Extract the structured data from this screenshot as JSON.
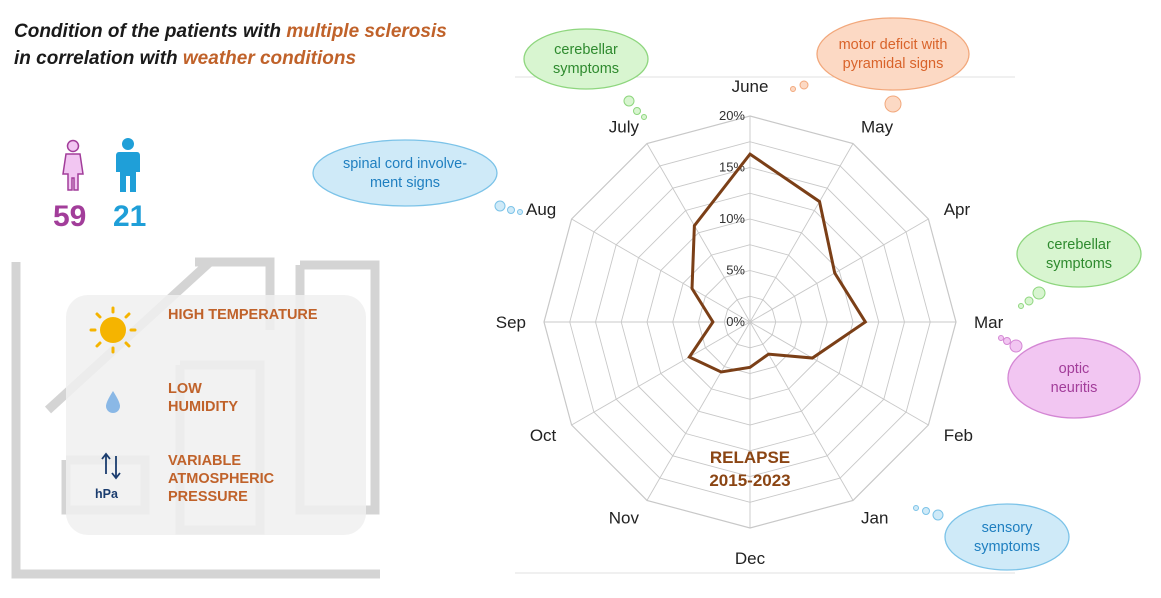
{
  "title": {
    "line1_prefix": "Condition of the patients with ",
    "line1_highlight": "multiple sclerosis",
    "line2_prefix": "in correlation with ",
    "line2_highlight": "weather conditions"
  },
  "patients": {
    "female_icon": "female-person-icon",
    "male_icon": "male-person-icon",
    "female_count": "59",
    "male_count": "21"
  },
  "factors": {
    "temperature": "HIGH TEMPERATURE",
    "humidity_line1": "LOW",
    "humidity_line2": "HUMIDITY",
    "pressure_line1": "VARIABLE",
    "pressure_line2": "ATMOSPHERIC",
    "pressure_line3": "PRESSURE",
    "pressure_unit": "hPa",
    "icons": [
      "sun-icon",
      "water-drop-icon",
      "pressure-arrows-icon"
    ]
  },
  "conditions": {
    "cerebellar_top_line1": "cerebellar",
    "cerebellar_top_line2": "symptoms",
    "motor_line1": "motor deficit with",
    "motor_line2": "pyramidal signs",
    "spinal_line1": "spinal cord involve-",
    "spinal_line2": "ment signs",
    "cerebellar_right_line1": "cerebellar",
    "cerebellar_right_line2": "symptoms",
    "optic_line1": "optic",
    "optic_line2": "neuritis",
    "sensory_line1": "sensory",
    "sensory_line2": "symptoms"
  },
  "colors": {
    "title_highlight": "#c0622a",
    "female": "#a23d9a",
    "male": "#1f9fd8",
    "series_line": "#7b3f17",
    "factor_text": "#c0622a",
    "green_cloud": "#d8f5d0",
    "orange_cloud": "#fcd9c4",
    "blue_cloud": "#cfeaf8",
    "purple_cloud": "#f2c6f2"
  },
  "chart_data": {
    "type": "radar",
    "categories": [
      "June",
      "May",
      "Apr",
      "Mar",
      "Feb",
      "Jan",
      "Dec",
      "Nov",
      "Oct",
      "Sep",
      "Aug",
      "July"
    ],
    "series": [
      {
        "values": [
          16.3,
          13.5,
          9.5,
          11.2,
          7.0,
          3.6,
          4.4,
          5.6,
          6.8,
          3.6,
          6.5,
          10.8
        ]
      }
    ],
    "rlim": [
      0,
      20
    ],
    "r_ticks": [
      "0%",
      "5%",
      "10%",
      "15%",
      "20%"
    ],
    "r_tick_values": [
      0,
      5,
      10,
      15,
      20
    ],
    "center_label_line1": "RELAPSE",
    "center_label_line2": "2015-2023"
  }
}
